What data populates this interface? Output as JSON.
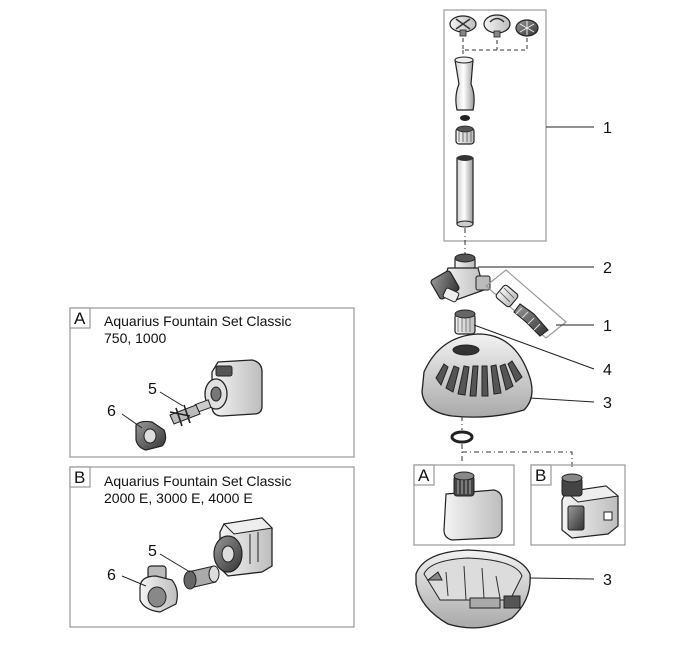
{
  "panel_a": {
    "letter": "A",
    "title_line1": "Aquarius Fountain Set Classic",
    "title_line2": "750, 1000",
    "callout_5": "5",
    "callout_6": "6"
  },
  "panel_b": {
    "letter": "B",
    "title_line1": "Aquarius Fountain Set Classic",
    "title_line2": "2000 E, 3000 E, 4000 E",
    "callout_5": "5",
    "callout_6": "6"
  },
  "main_callouts": {
    "c1_top": "1",
    "c2": "2",
    "c1_side": "1",
    "c4": "4",
    "c3_cover": "3",
    "c3_base": "3"
  },
  "pump_options": {
    "a_letter": "A",
    "b_letter": "B"
  }
}
